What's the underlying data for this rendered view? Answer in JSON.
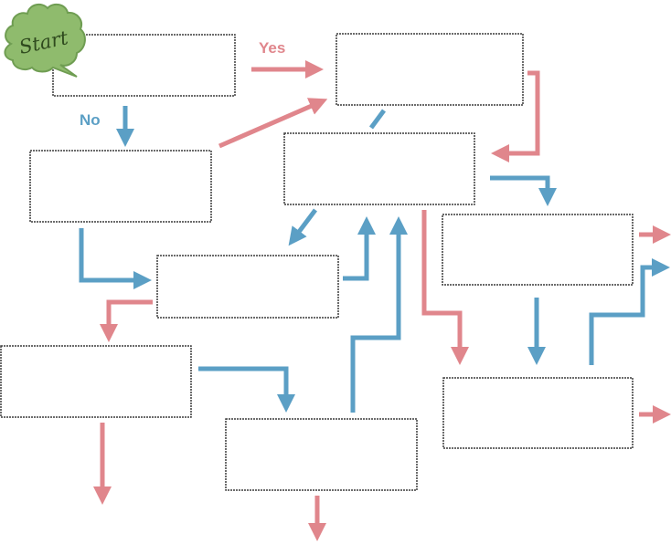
{
  "start": {
    "label": "Start",
    "fill": "#8fbb6d",
    "stroke": "#6f9d52",
    "text_color": "#2f4a1e"
  },
  "branch_labels": {
    "yes": "Yes",
    "no": "No"
  },
  "colors": {
    "yes_arrow": "#e0868c",
    "no_arrow": "#5b9fc5",
    "box_border": "#3c3c3c",
    "box_fill": "#ffffff"
  },
  "boxes": [
    {
      "id": "box-1",
      "text": ""
    },
    {
      "id": "box-2",
      "text": ""
    },
    {
      "id": "box-3",
      "text": ""
    },
    {
      "id": "box-4",
      "text": ""
    },
    {
      "id": "box-5",
      "text": ""
    },
    {
      "id": "box-6",
      "text": ""
    },
    {
      "id": "box-7",
      "text": ""
    },
    {
      "id": "box-8",
      "text": ""
    },
    {
      "id": "box-9",
      "text": ""
    },
    {
      "id": "box-10",
      "text": ""
    }
  ]
}
